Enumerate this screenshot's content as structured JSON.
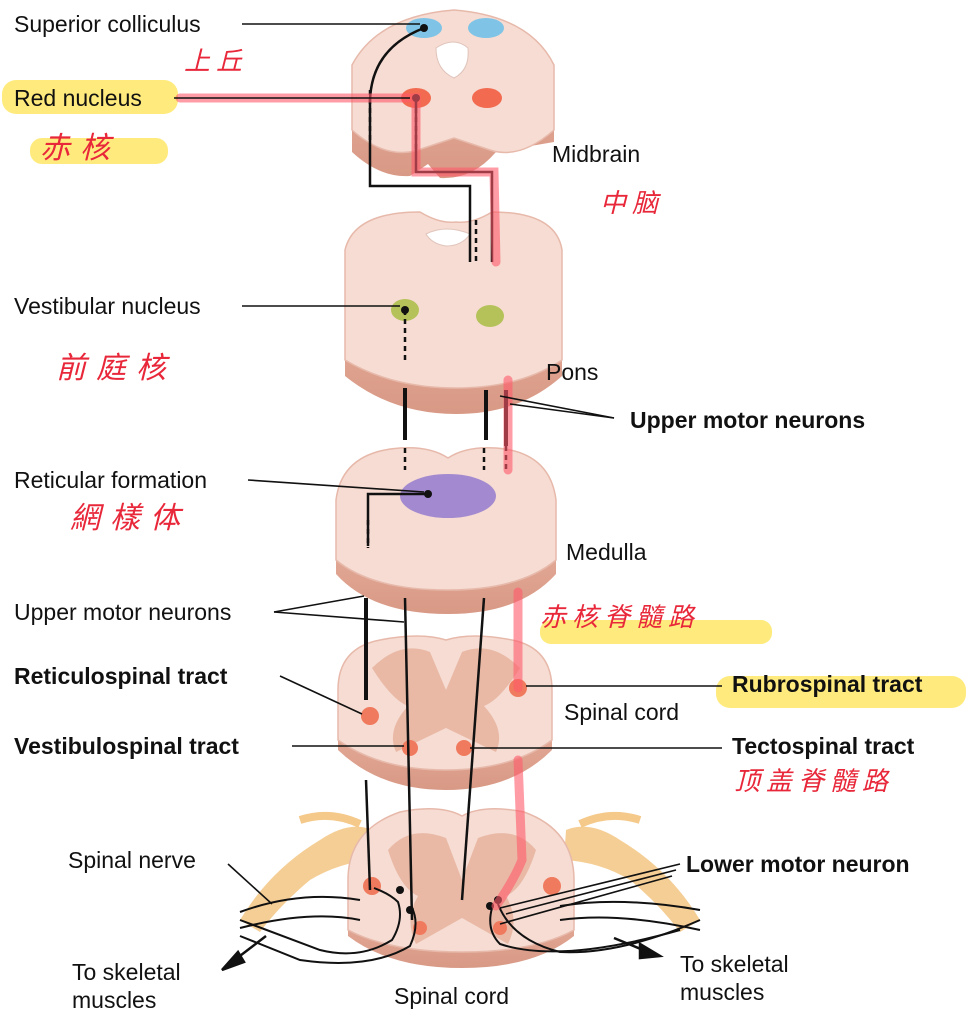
{
  "labels": {
    "superior_colliculus": "Superior colliculus",
    "red_nucleus": "Red nucleus",
    "midbrain": "Midbrain",
    "vestibular_nucleus": "Vestibular nucleus",
    "pons": "Pons",
    "upper_motor_neurons_right": "Upper motor neurons",
    "reticular_formation": "Reticular formation",
    "medulla": "Medulla",
    "upper_motor_neurons_left": "Upper motor neurons",
    "reticulospinal_tract": "Reticulospinal tract",
    "rubrospinal_tract": "Rubrospinal tract",
    "spinal_cord_mid": "Spinal cord",
    "vestibulospinal_tract": "Vestibulospinal tract",
    "tectospinal_tract": "Tectospinal tract",
    "spinal_nerve": "Spinal nerve",
    "lower_motor_neuron": "Lower motor neuron",
    "to_skeletal_left_1": "To skeletal",
    "to_skeletal_left_2": "muscles",
    "to_skeletal_right_1": "To skeletal",
    "to_skeletal_right_2": "muscles",
    "spinal_cord_bottom": "Spinal cord"
  },
  "annotations": {
    "superior_colliculus": "上丘",
    "red_nucleus": "赤核",
    "midbrain": "中脑",
    "vestibular_nucleus": "前庭核",
    "reticular_formation": "網樣体",
    "rubrospinal": "赤核脊髓路",
    "tectospinal": "顶盖脊髓路"
  },
  "colors": {
    "tissue": "#f6dcd2",
    "tissue_edge": "#e7b9ab",
    "gray_matter": "#e9b9a6",
    "superior_colliculus": "#7fc4e6",
    "red_nucleus": "#f26a4f",
    "vestibular_nucleus": "#b5c25a",
    "reticular_formation": "#a38ad0",
    "tract_dot": "#f07a5e",
    "pathway_highlight": "#ff5a6a",
    "annotation_ink": "#e8283a",
    "marker_highlight": "#ffe766"
  }
}
